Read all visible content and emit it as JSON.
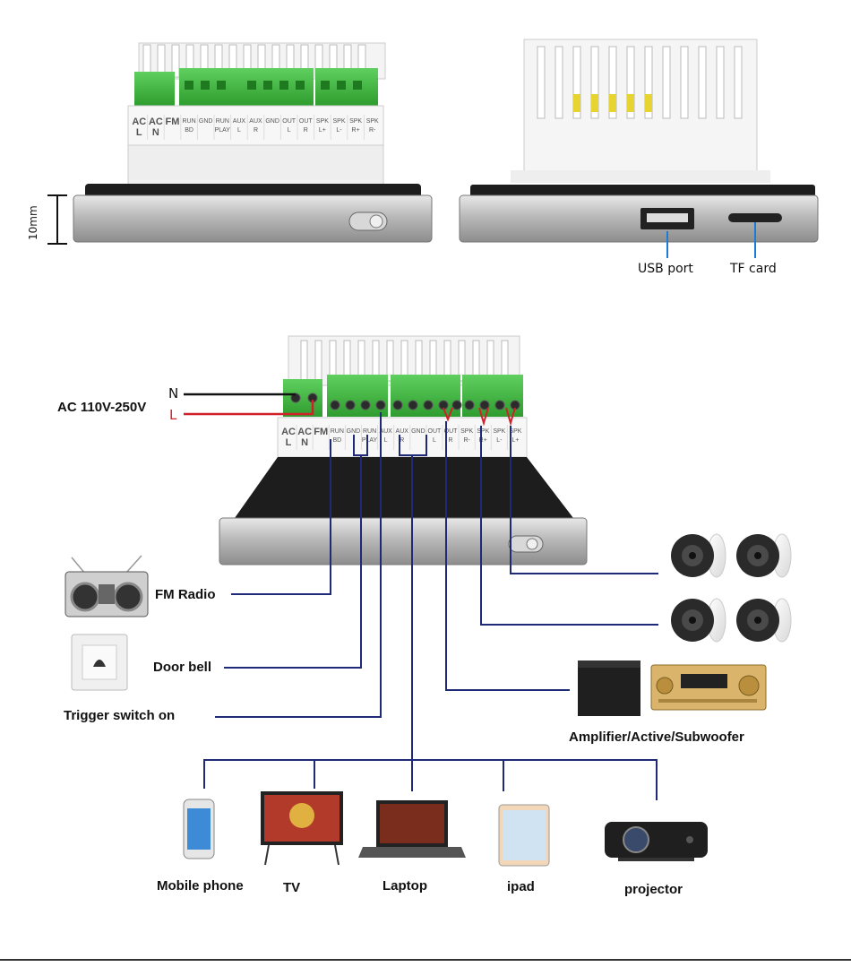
{
  "dimension_label": "10mm",
  "ports": {
    "usb": "USB port",
    "tf": "TF card"
  },
  "power": {
    "label": "AC 110V-250V",
    "n": "N",
    "l": "L"
  },
  "terminals_top": [
    "AC L",
    "AC N",
    "FM",
    "RUN BD",
    "GND",
    "RUN PLAY",
    "AUX L",
    "AUX R",
    "GND",
    "OUT L",
    "OUT R",
    "SPK L+",
    "SPK L-",
    "SPK R+",
    "SPK R-"
  ],
  "terminals_mid": [
    "AC L",
    "AC N",
    "FM",
    "RUN BD",
    "GND",
    "RUN PLAY",
    "AUX L",
    "AUX R",
    "GND",
    "OUT L",
    "OUT R",
    "SPK R-",
    "SPK R+",
    "SPK L-",
    "SPK L+"
  ],
  "devices": {
    "fm_radio": "FM Radio",
    "door_bell": "Door bell",
    "trigger": "Trigger switch on",
    "amplifier": "Amplifier/Active/Subwoofer",
    "mobile": "Mobile phone",
    "tv": "TV",
    "laptop": "Laptop",
    "ipad": "ipad",
    "projector": "projector"
  },
  "colors": {
    "wire": "#1e2a78",
    "live": "#d0202a",
    "neutral": "#111111",
    "terminal_green": "#3dbb3d"
  }
}
